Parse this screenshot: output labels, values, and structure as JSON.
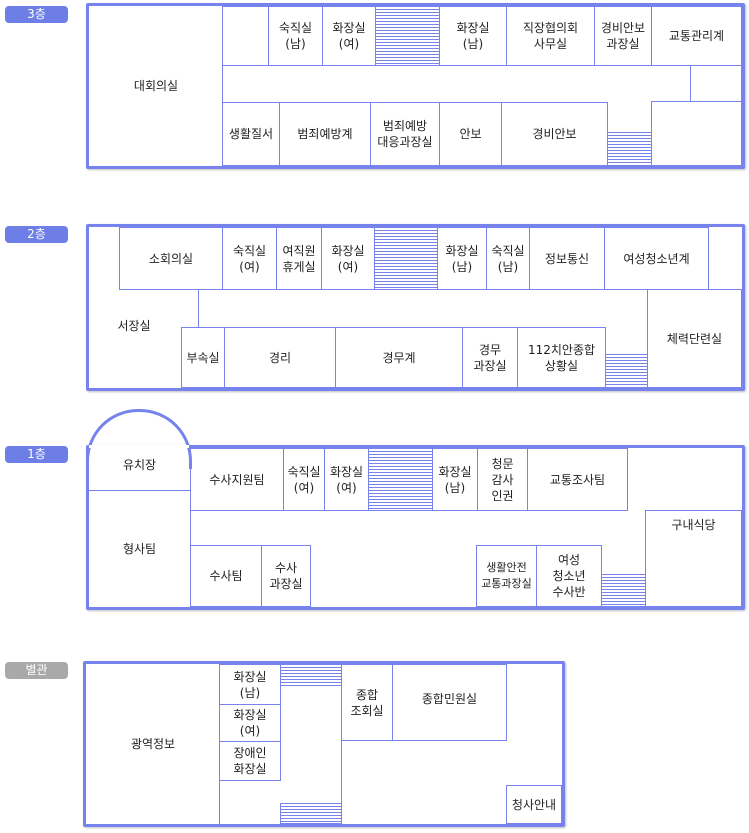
{
  "colors": {
    "accent": "#7683ec",
    "badge_blue": "#6d7fe6",
    "badge_gray": "#a9a9a9"
  },
  "floors": {
    "f3": {
      "label": "3층",
      "rooms": {
        "grand_conference": "대회의실",
        "night_duty_men": "숙직실\n(남)",
        "restroom_women": "화장실\n(여)",
        "restroom_men": "화장실\n(남)",
        "workplace_council": "직장협의회\n사무실",
        "security_chief": "경비안보\n과장실",
        "traffic_mgmt": "교통관리계",
        "life_order": "생활질서",
        "crime_prevention": "범죄예방계",
        "crime_prevention_chief": "범죄예방\n대응과장실",
        "security": "안보",
        "security_guard": "경비안보"
      }
    },
    "f2": {
      "label": "2층",
      "rooms": {
        "small_conference": "소회의실",
        "night_duty_women": "숙직실\n(여)",
        "female_staff_lounge": "여직원\n휴게실",
        "restroom_women": "화장실\n(여)",
        "restroom_men": "화장실\n(남)",
        "night_duty_men": "숙직실\n(남)",
        "info_comm": "정보통신",
        "women_youth": "여성청소년계",
        "chief_office": "서장실",
        "annex_room": "부속실",
        "accounting": "경리",
        "police_affairs": "경무계",
        "police_affairs_chief": "경무\n과장실",
        "situation_room": "112치안종합\n상황실",
        "fitness": "체력단련실"
      }
    },
    "f1": {
      "label": "1층",
      "rooms": {
        "detention": "유치장",
        "detective_team": "형사팀",
        "investigation_support": "수사지원팀",
        "night_duty_women": "숙직실\n(여)",
        "restroom_women": "화장실\n(여)",
        "restroom_men": "화장실\n(남)",
        "audit_human_rights": "청문\n감사\n인권",
        "traffic_investigation": "교통조사팀",
        "cafeteria": "구내식당",
        "investigation_team": "수사팀",
        "investigation_chief": "수사\n과장실",
        "life_safety_traffic_chief": "생활안전\n교통과장실",
        "women_youth_investigation": "여성\n청소년\n수사반"
      }
    },
    "annex": {
      "label": "별관",
      "rooms": {
        "regional_info": "광역정보",
        "restroom_men": "화장실\n(남)",
        "restroom_women": "화장실\n(여)",
        "accessible_restroom": "장애인\n화장실",
        "general_inquiry": "종합\n조회실",
        "civil_service": "종합민원실",
        "building_info": "청사안내"
      }
    }
  }
}
